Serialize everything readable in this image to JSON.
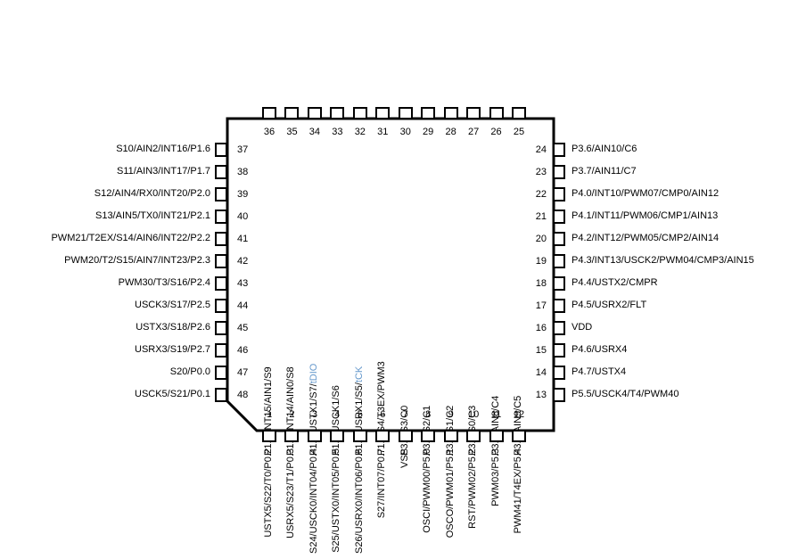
{
  "diagram": {
    "colors": {
      "line": "#000000",
      "text": "#000000",
      "alt_function_blue": "#6699CC",
      "background": "#FFFFFF"
    }
  },
  "pins": {
    "top": [
      {
        "num": "36",
        "label": "P1.5/INT15/AIN1/S9"
      },
      {
        "num": "35",
        "label": "P1.4/INT14/AIN0/S8"
      },
      {
        "num": "34",
        "label": "P1.3/USTX1/S7/tDIO",
        "highlight": "tDIO"
      },
      {
        "num": "33",
        "label": "P1.2/USCK1/S6"
      },
      {
        "num": "32",
        "label": "P1.1/USRX1/S5/tCK",
        "highlight": "tCK"
      },
      {
        "num": "31",
        "label": "P1.0/S4/T3EX/PWM3"
      },
      {
        "num": "30",
        "label": "P3.0/S3/C0"
      },
      {
        "num": "29",
        "label": "P3.1/S2/C1"
      },
      {
        "num": "28",
        "label": "P3.2/S1/C2"
      },
      {
        "num": "27",
        "label": "P3.3/S0/C3"
      },
      {
        "num": "26",
        "label": "P3.4/AIN8/C4"
      },
      {
        "num": "25",
        "label": "P3.5/AIN9/C5"
      }
    ],
    "left": [
      {
        "num": "37",
        "label": "S10/AIN2/INT16/P1.6"
      },
      {
        "num": "38",
        "label": "S11/AIN3/INT17/P1.7"
      },
      {
        "num": "39",
        "label": "S12/AIN4/RX0/INT20/P2.0"
      },
      {
        "num": "40",
        "label": "S13/AIN5/TX0/INT21/P2.1"
      },
      {
        "num": "41",
        "label": "PWM21/T2EX/S14/AIN6/INT22/P2.2"
      },
      {
        "num": "42",
        "label": "PWM20/T2/S15/AIN7/INT23/P2.3"
      },
      {
        "num": "43",
        "label": "PWM30/T3/S16/P2.4"
      },
      {
        "num": "44",
        "label": "USCK3/S17/P2.5"
      },
      {
        "num": "45",
        "label": "USTX3/S18/P2.6"
      },
      {
        "num": "46",
        "label": "USRX3/S19/P2.7"
      },
      {
        "num": "47",
        "label": "S20/P0.0"
      },
      {
        "num": "48",
        "label": "USCK5/S21/P0.1"
      }
    ],
    "right": [
      {
        "num": "24",
        "label": "P3.6/AIN10/C6"
      },
      {
        "num": "23",
        "label": "P3.7/AIN11/C7"
      },
      {
        "num": "22",
        "label": "P4.0/INT10/PWM07/CMP0/AIN12"
      },
      {
        "num": "21",
        "label": "P4.1/INT11/PWM06/CMP1/AIN13"
      },
      {
        "num": "20",
        "label": "P4.2/INT12/PWM05/CMP2/AIN14"
      },
      {
        "num": "19",
        "label": "P4.3/INT13/USCK2/PWM04/CMP3/AIN15"
      },
      {
        "num": "18",
        "label": "P4.4/USTX2/CMPR"
      },
      {
        "num": "17",
        "label": "P4.5/USRX2/FLT"
      },
      {
        "num": "16",
        "label": "VDD"
      },
      {
        "num": "15",
        "label": "P4.6/USRX4"
      },
      {
        "num": "14",
        "label": "P4.7/USTX4"
      },
      {
        "num": "13",
        "label": "P5.5/USCK4/T4/PWM40"
      }
    ],
    "bottom": [
      {
        "num": "1",
        "label": "USTX5/S22/T0/P0.2"
      },
      {
        "num": "2",
        "label": "USRX5/S23/T1/P0.3"
      },
      {
        "num": "3",
        "label": "S24/USCK0/INT04/P0.4"
      },
      {
        "num": "4",
        "label": "S25/USTX0/INT05/P0.5"
      },
      {
        "num": "5",
        "label": "S26/USRX0/INT06/P0.6"
      },
      {
        "num": "6",
        "label": "S27/INT07/P0.7"
      },
      {
        "num": "7",
        "label": "VSS"
      },
      {
        "num": "8",
        "label": "OSCI/PWM00/P5.0"
      },
      {
        "num": "9",
        "label": "OSCO/PWM01/P5.1"
      },
      {
        "num": "10",
        "label": "RST/PWM02/P5.2"
      },
      {
        "num": "11",
        "label": "PWM03/P5.3"
      },
      {
        "num": "12",
        "label": "PWM41/T4EX/P5.4"
      }
    ]
  }
}
